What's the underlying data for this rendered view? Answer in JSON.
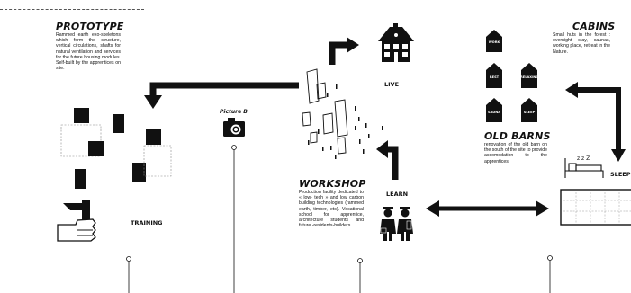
{
  "prototype": {
    "title": "PROTOTYPE",
    "text": "Rammed earth exo-skeletons which form the structure, vertical circulations, shafts for natural ventilation and services for the future housing modules. Self-built by the apprentices on site."
  },
  "cabins": {
    "title": "CABINS",
    "text": "Small huts in the forest : overnight stay, saunas, working place, retreat in the Nature.",
    "huts": [
      "WORK",
      "REST",
      "RELAXING",
      "SAUNA",
      "SLEEP"
    ]
  },
  "old_barns": {
    "title": "OLD BARNS",
    "text": "renovation of the old barn on the south of the site to provide accomodation to the apprentices."
  },
  "workshop": {
    "title": "WORKSHOP",
    "text": "Production facility dedicated to « low- tech » and low carbon building technologies (rammed earth, timber, etc). Vocational school for apprentice, architecture students and future -residents-builders"
  },
  "labels": {
    "live": "LIVE",
    "learn": "LEARN",
    "training": "TRAINING",
    "sleep": "SLEEP",
    "picture_b": "Picture B",
    "zzz": "z z Z"
  },
  "icons": [
    "house-icon",
    "camera-icon",
    "hammer-hand-icon",
    "workers-icon",
    "bed-icon"
  ],
  "colors": {
    "ink": "#111111",
    "hatch": "#999999"
  }
}
